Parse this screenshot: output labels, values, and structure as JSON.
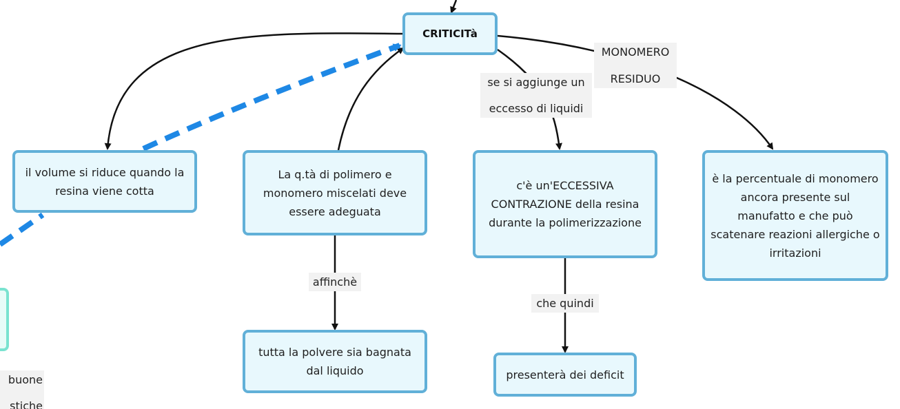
{
  "colors": {
    "node_fill": "#e8f8fd",
    "node_border": "#61b0d8",
    "arrow": "#111111",
    "dashed_link": "#1e88e5",
    "label_bg": "#f2f2f2",
    "partial_node_border": "#7ae3d0"
  },
  "nodes": {
    "criticita": "CRITICITà",
    "volume": "il volume si riduce quando la resina viene cotta",
    "quantita": "La q.tà di polimero e monomero miscelati deve essere adeguata",
    "polvere": "tutta la polvere sia bagnata dal liquido",
    "contrazione": "c'è un'ECCESSIVA CONTRAZIONE della resina durante la polimerizzazione",
    "deficit": "presenterà dei deficit",
    "monomero_residuo": "è la percentuale di monomero ancora presente sul manufatto e che può scatenare reazioni allergiche o irritazioni"
  },
  "edge_labels": {
    "monomero_line1": "MONOMERO",
    "monomero_line2": "RESIDUO",
    "aggiunge_line1": "se si aggiunge un",
    "aggiunge_line2": "eccesso di liquidi",
    "affinche": "affinchè",
    "che_quindi": "che quindi",
    "partial_line1": "buone",
    "partial_line2": "stiche"
  }
}
